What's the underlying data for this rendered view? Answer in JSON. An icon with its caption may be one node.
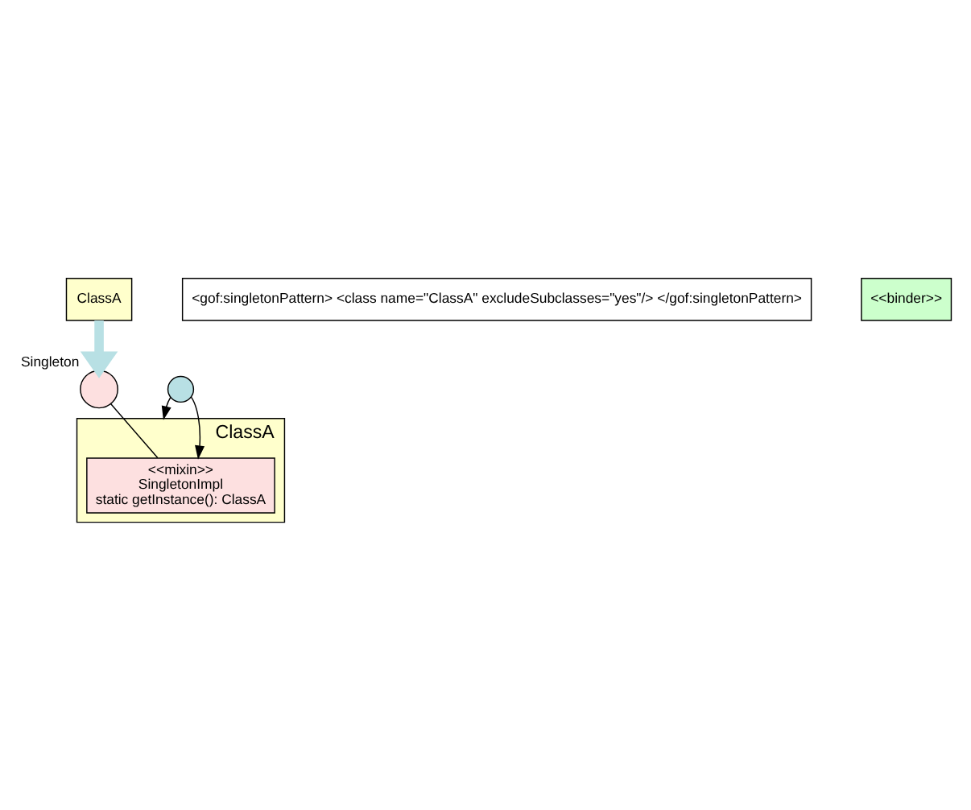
{
  "diagram": {
    "nodes": [
      {
        "text": [
          "ClassA"
        ]
      },
      {
        "text": [
          "<gof:singletonPattern> <class name=\"ClassA\" excludeSubclasses=\"yes\"/> </gof:singletonPattern>"
        ]
      },
      {
        "text": [],
        "shape": "circle",
        "beside": [
          "Singleton"
        ]
      },
      {
        "text": [
          "<<binder>>"
        ]
      },
      {
        "text": [
          "ClassA"
        ]
      },
      {
        "text": [
          "<<mixin>>",
          "SingletonImpl",
          "static getInstance(): ClassA"
        ],
        "in": 4
      },
      {
        "text": [],
        "shape": "circle"
      }
    ],
    "edges": [
      {
        "from": 0,
        "to": 2,
        "arrow": "to",
        "style": "thick",
        "color": "#b8e0e4"
      },
      {
        "from": 2,
        "to": 5,
        "arrow": "none"
      },
      {
        "from": 6,
        "to": 4,
        "arrow": "to"
      },
      {
        "from": 6,
        "to": 5,
        "arrow": "to"
      }
    ]
  }
}
